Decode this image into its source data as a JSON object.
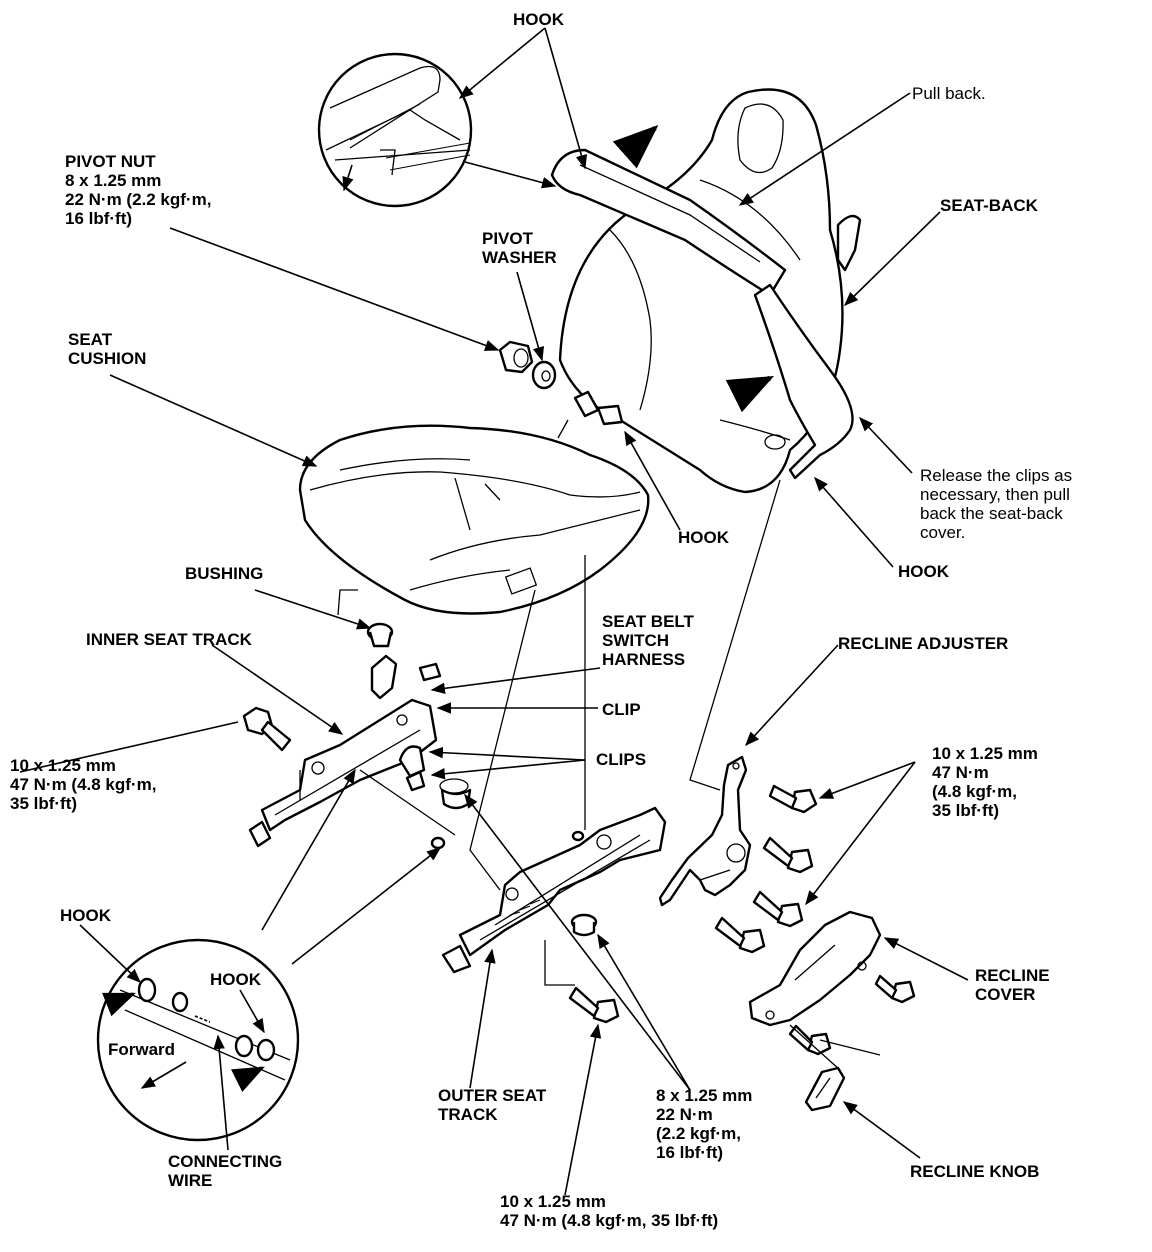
{
  "labels": {
    "hook_top": "HOOK",
    "pull_back": "Pull back.",
    "pivot_nut": "PIVOT NUT",
    "pivot_nut_spec": "8 x 1.25 mm\n22 N·m (2.2 kgf·m,\n16 lbf·ft)",
    "seat_back": "SEAT-BACK",
    "pivot_washer": "PIVOT\nWASHER",
    "seat_cushion": "SEAT\nCUSHION",
    "release_note": "Release the clips as\nnecessary, then pull\nback the seat-back\ncover.",
    "hook_mid": "HOOK",
    "hook_right": "HOOK",
    "bushing": "BUSHING",
    "seat_belt_harness": "SEAT BELT\nSWITCH\nHARNESS",
    "inner_seat_track": "INNER SEAT TRACK",
    "recline_adjuster": "RECLINE ADJUSTER",
    "clip": "CLIP",
    "left_bolt_spec": "10 x 1.25 mm\n47 N·m (4.8 kgf·m,\n35 lbf·ft)",
    "clips": "CLIPS",
    "right_bolt_spec": "10 x 1.25 mm\n47 N·m\n(4.8 kgf·m,\n35 lbf·ft)",
    "hook_inset_left": "HOOK",
    "hook_inset_right": "HOOK",
    "forward": "Forward",
    "recline_cover": "RECLINE\nCOVER",
    "outer_seat_track": "OUTER SEAT\nTRACK",
    "mid_bolt_spec": "8 x 1.25 mm\n22 N·m\n(2.2 kgf·m,\n16 lbf·ft)",
    "connecting_wire": "CONNECTING\nWIRE",
    "recline_knob": "RECLINE KNOB",
    "bottom_bolt_spec": "10 x 1.25 mm\n47 N·m (4.8 kgf·m, 35 lbf·ft)"
  },
  "icons": [
    "seat-back-illustration",
    "seat-cushion-illustration",
    "seat-track-illustration",
    "bolt-icon",
    "nut-icon",
    "arrow-icon",
    "magnifier-inset"
  ]
}
